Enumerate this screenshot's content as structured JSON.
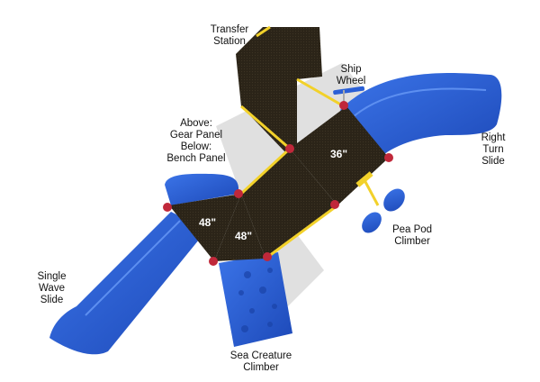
{
  "diagram": {
    "type": "playground-plan-view",
    "colors": {
      "deck": "#2b2418",
      "slide_blue": "#2a5fd6",
      "trim_yellow": "#f2d12a",
      "post_cap_red": "#c0283a",
      "background": "#ffffff"
    },
    "labels": {
      "transfer_station": [
        "Transfer",
        "Station"
      ],
      "ship_wheel": [
        "Ship",
        "Wheel"
      ],
      "gear_bench": [
        "Above:",
        "Gear Panel",
        "Below:",
        "Bench Panel"
      ],
      "right_turn_slide": [
        "Right",
        "Turn",
        "Slide"
      ],
      "pea_pod_climber": [
        "Pea Pod",
        "Climber"
      ],
      "single_wave_slide": [
        "Single",
        "Wave",
        "Slide"
      ],
      "sea_creature_climber": [
        "Sea Creature",
        "Climber"
      ]
    },
    "deck_heights": {
      "deck_a": "48\"",
      "deck_b": "48\"",
      "deck_c": "36\""
    }
  }
}
